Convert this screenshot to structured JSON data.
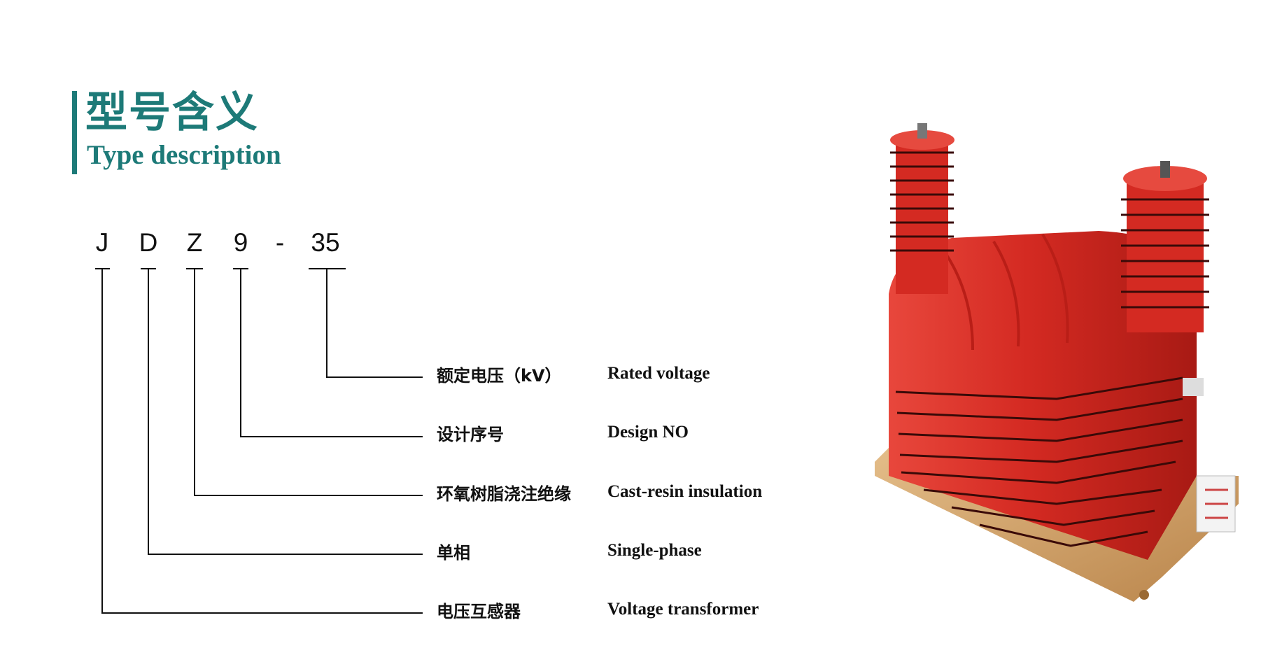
{
  "header": {
    "title_cn": "型号含义",
    "title_en": "Type description"
  },
  "model_code": {
    "chars": [
      "J",
      "D",
      "Z",
      "9",
      "-",
      "35"
    ]
  },
  "meanings": [
    {
      "cn": "额定电压（kV）",
      "en": "Rated voltage"
    },
    {
      "cn": "设计序号",
      "en": "Design NO"
    },
    {
      "cn": "环氧树脂浇注绝缘",
      "en": "Cast-resin insulation"
    },
    {
      "cn": "单相",
      "en": "Single-phase"
    },
    {
      "cn": "电压互感器",
      "en": "Voltage transformer"
    }
  ],
  "colors": {
    "accent": "#1d7a78",
    "product_red": "#d42a22",
    "base_plate": "#d3a46a"
  },
  "product_image": {
    "icon": "voltage-transformer-photo"
  }
}
